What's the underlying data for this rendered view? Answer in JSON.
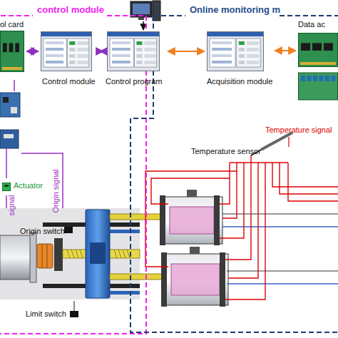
{
  "diagram": {
    "nodes": [
      {
        "text": [
          "control module"
        ]
      },
      {
        "text": [
          "Online monitoring m"
        ]
      },
      {
        "text": [
          "ol card"
        ],
        "in": 0
      },
      {
        "text": [
          "Control module"
        ],
        "in": 0
      },
      {
        "text": [
          "Control program"
        ]
      },
      {
        "text": [
          "Acquisition module"
        ],
        "in": 1
      },
      {
        "text": [
          "Data ac"
        ],
        "in": 1
      },
      {
        "text": [
          "Actuator"
        ],
        "in": 0
      }
    ],
    "edges": [
      {
        "from": 2,
        "to": 3,
        "arrow": "both"
      },
      {
        "from": 3,
        "to": 4,
        "arrow": "both"
      },
      {
        "from": 4,
        "to": 5,
        "arrow": "both"
      },
      {
        "from": 5,
        "to": 6,
        "arrow": "both"
      }
    ],
    "labels": [
      "Temperature signal",
      "Temperature sensor",
      "Origin signal",
      "signal",
      "Origin switch",
      "Limit switch"
    ]
  }
}
